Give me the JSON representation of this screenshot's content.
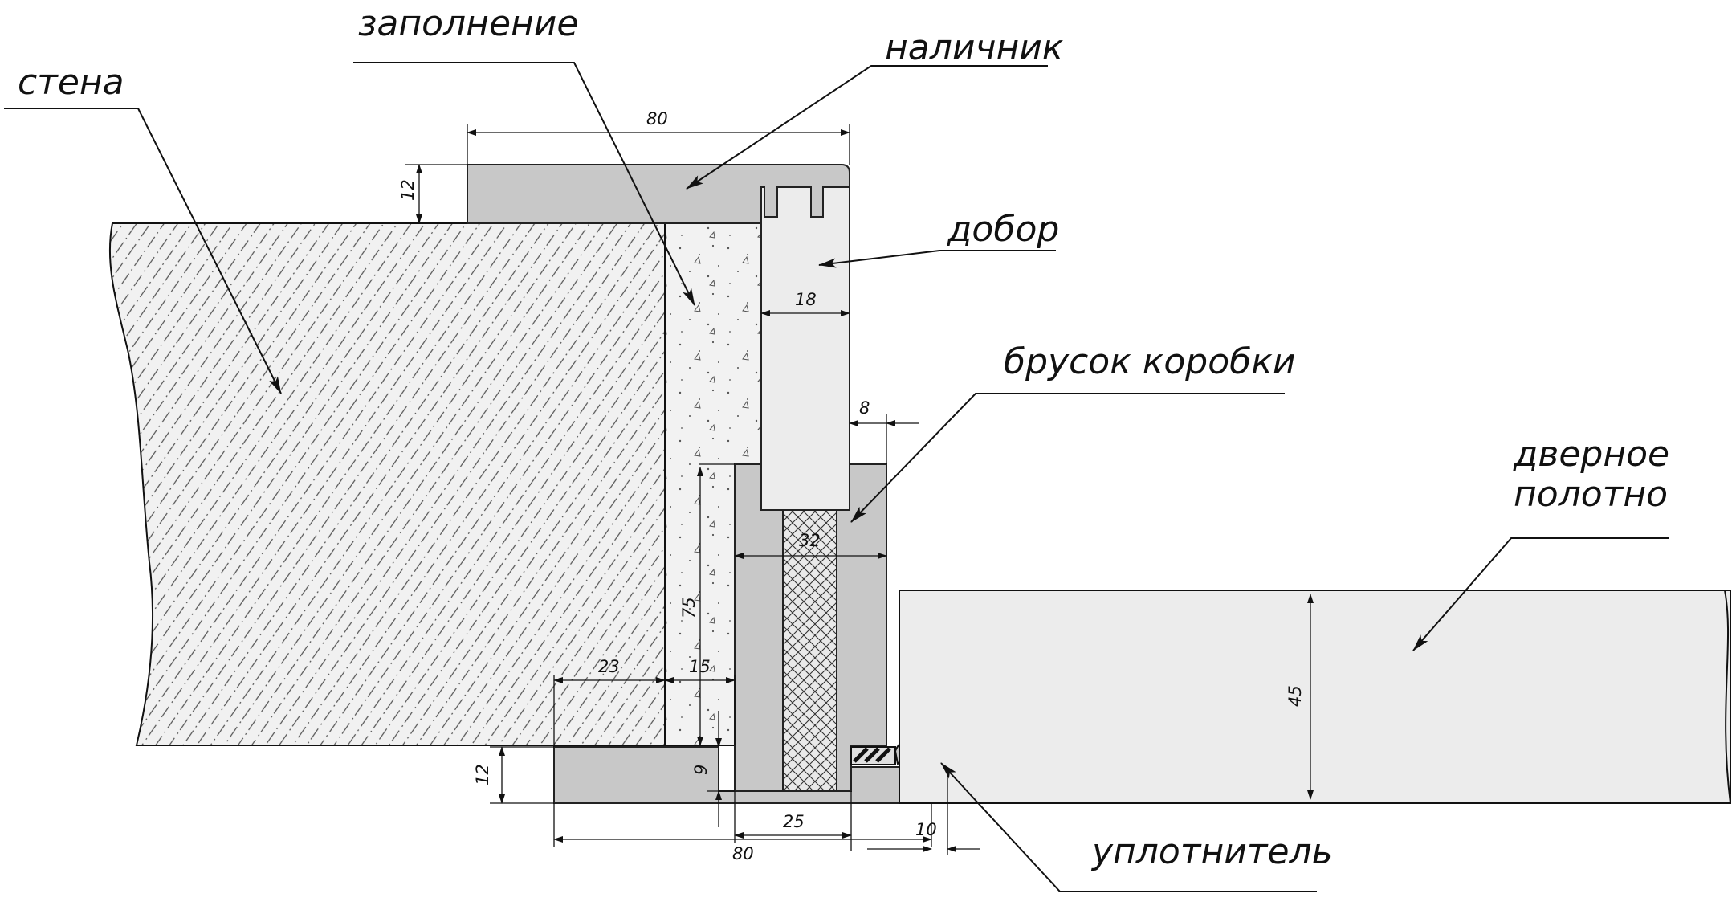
{
  "colors": {
    "wood": "#c8c8c8",
    "light_part": "#ececec",
    "wall_bg": "#f1f1f1",
    "filling_bg": "#f2f2f2",
    "line": "#111111"
  },
  "labels": {
    "wall": "стена",
    "filling": "заполнение",
    "casing": "наличник",
    "extension": "добор",
    "frame_bar": "брусок коробки",
    "door_leaf_line1": "дверное",
    "door_leaf_line2": "полотно",
    "seal": "уплотнитель"
  },
  "dimensions": {
    "casing_top_width": "80",
    "casing_top_thickness": "12",
    "extension_thickness": "18",
    "extension_offset": "8",
    "frame_width": "32",
    "frame_depth": "75",
    "wall_overlap": "23",
    "gap": "15",
    "bottom_gap": "9",
    "casing_bottom_thickness": "12",
    "frame_rebate": "25",
    "casing_bottom_width": "80",
    "seal_offset": "10",
    "door_thickness": "45"
  }
}
